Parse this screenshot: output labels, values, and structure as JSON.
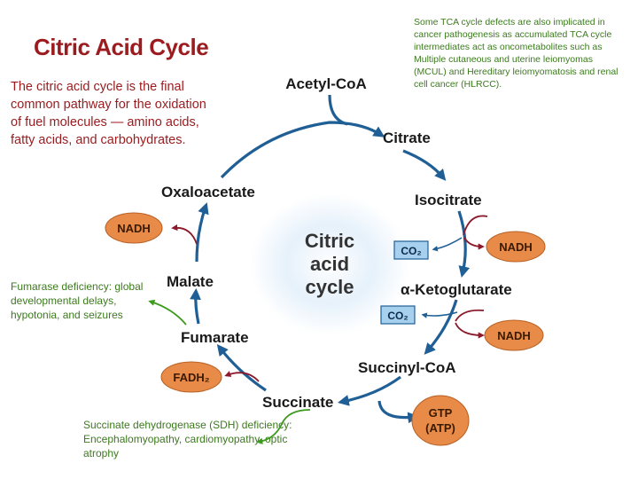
{
  "title": "Citric Acid Cycle",
  "intro": "The citric acid cycle is the final common pathway for the oxidation of fuel molecules — amino acids, fatty acids, and carbohydrates.",
  "notes": {
    "top": "Some TCA cycle defects are also implicated in cancer pathogenesis as accumulated TCA cycle intermediates act as oncometabolites such as Multiple cutaneous and uterine leiomyomas (MCUL) and Hereditary leiomyomatosis and renal cell cancer (HLRCC).",
    "fumarase": "Fumarase deficiency: global developmental delays, hypotonia, and seizures",
    "sdh": "Succinate dehydrogenase (SDH) deficiency: Encephalomyopathy, cardiomyopathy, optic atrophy"
  },
  "center_label": [
    "Citric",
    "acid",
    "cycle"
  ],
  "metabolites": {
    "acetyl_coa": "Acetyl-CoA",
    "citrate": "Citrate",
    "isocitrate": "Isocitrate",
    "alpha_kg": "α-Ketoglutarate",
    "succinyl_coa": "Succinyl-CoA",
    "succinate": "Succinate",
    "fumarate": "Fumarate",
    "malate": "Malate",
    "oxaloacetate": "Oxaloacetate"
  },
  "cofactors": {
    "nadh_left": "NADH",
    "nadh_right_1": "NADH",
    "nadh_right_2": "NADH",
    "fadh2": "FADH₂",
    "gtp_line1": "GTP",
    "gtp_line2": "(ATP)",
    "co2_1": "CO₂",
    "co2_2": "CO₂"
  },
  "colors": {
    "title": "#9b1b1e",
    "note": "#3c7a1e",
    "cycle_arrow": "#1f5f95",
    "cofactor_oval": "#e88a48",
    "side_arrow": "#8b1a2a",
    "co2_box": "#a7d0ee"
  }
}
